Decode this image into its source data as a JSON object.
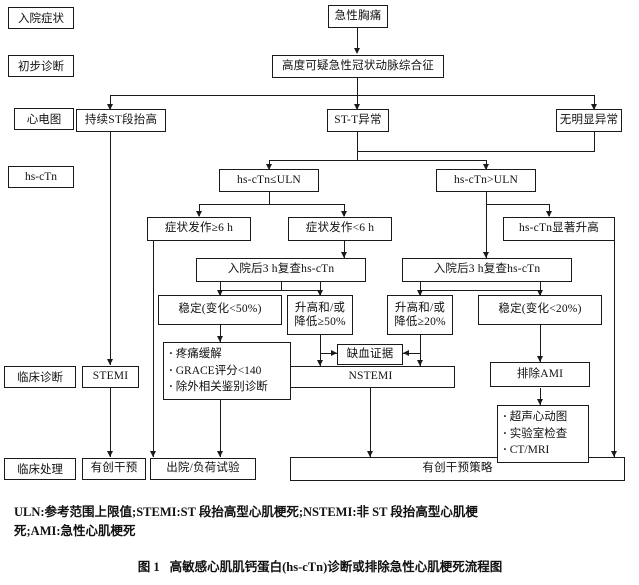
{
  "figure": {
    "caption_number": "图 1",
    "caption_text": "高敏感心肌肌钙蛋白(hs-cTn)诊断或排除急性心肌梗死流程图",
    "footnote_line1": "ULN:参考范围上限值;STEMI:ST 段抬高型心肌梗死;NSTEMI:非 ST 段抬高型心肌梗",
    "footnote_line2": "死;AMI:急性心肌梗死"
  },
  "stages": [
    {
      "id": "admission-symptoms",
      "label": "入院症状"
    },
    {
      "id": "initial-diagnosis",
      "label": "初步诊断"
    },
    {
      "id": "ecg",
      "label": "心电图"
    },
    {
      "id": "hs-ctn",
      "label": "hs-cTn"
    },
    {
      "id": "clinical-diagnosis",
      "label": "临床诊断"
    },
    {
      "id": "clinical-management",
      "label": "临床处理"
    }
  ],
  "nodes": {
    "acute_chest_pain": "急性胸痛",
    "suspected_acs": "高度可疑急性冠状动脉综合征",
    "persistent_st_elevation": "持续ST段抬高",
    "st_t_abnormal": "ST-T异常",
    "no_obvious_abnormal": "无明显异常",
    "hsctn_le_uln": "hs-cTn≤ULN",
    "hsctn_gt_uln": "hs-cTn>ULN",
    "onset_ge_6h": "症状发作≥6 h",
    "onset_lt_6h": "症状发作<6 h",
    "recheck_3h_left": "入院后3 h复查hs-cTn",
    "recheck_3h_right": "入院后3 h复查hs-cTn",
    "stable_lt_50": "稳定(变化<50%)",
    "rise_fall_ge_50_l1": "升高和/或",
    "rise_fall_ge_50_l2": "降低≥50%",
    "rise_fall_ge_20_l1": "升高和/或",
    "rise_fall_ge_20_l2": "降低≥20%",
    "hsctn_marked_rise": "hs-cTn显著升高",
    "stable_lt_20": "稳定(变化<20%)",
    "ischemia_evidence": "缺血证据",
    "nstemi": "NSTEMI",
    "stemi": "STEMI",
    "exclude_ami": "排除AMI",
    "invasive_intervention": "有创干预",
    "discharge_stress_test": "出院/负荷试验",
    "invasive_strategy": "有创干预策略"
  },
  "bullet_boxes": {
    "discharge_criteria": [
      "疼痛缓解",
      "GRACE评分<140",
      "除外相关鉴别诊断"
    ],
    "exclude_ami_workup": [
      "超声心动图",
      "实验室检查",
      "CT/MRI"
    ]
  },
  "colors": {
    "line": "#1a1a1a",
    "box_fill": "#ffffff",
    "text": "#111111",
    "page_background": "#ffffff"
  }
}
